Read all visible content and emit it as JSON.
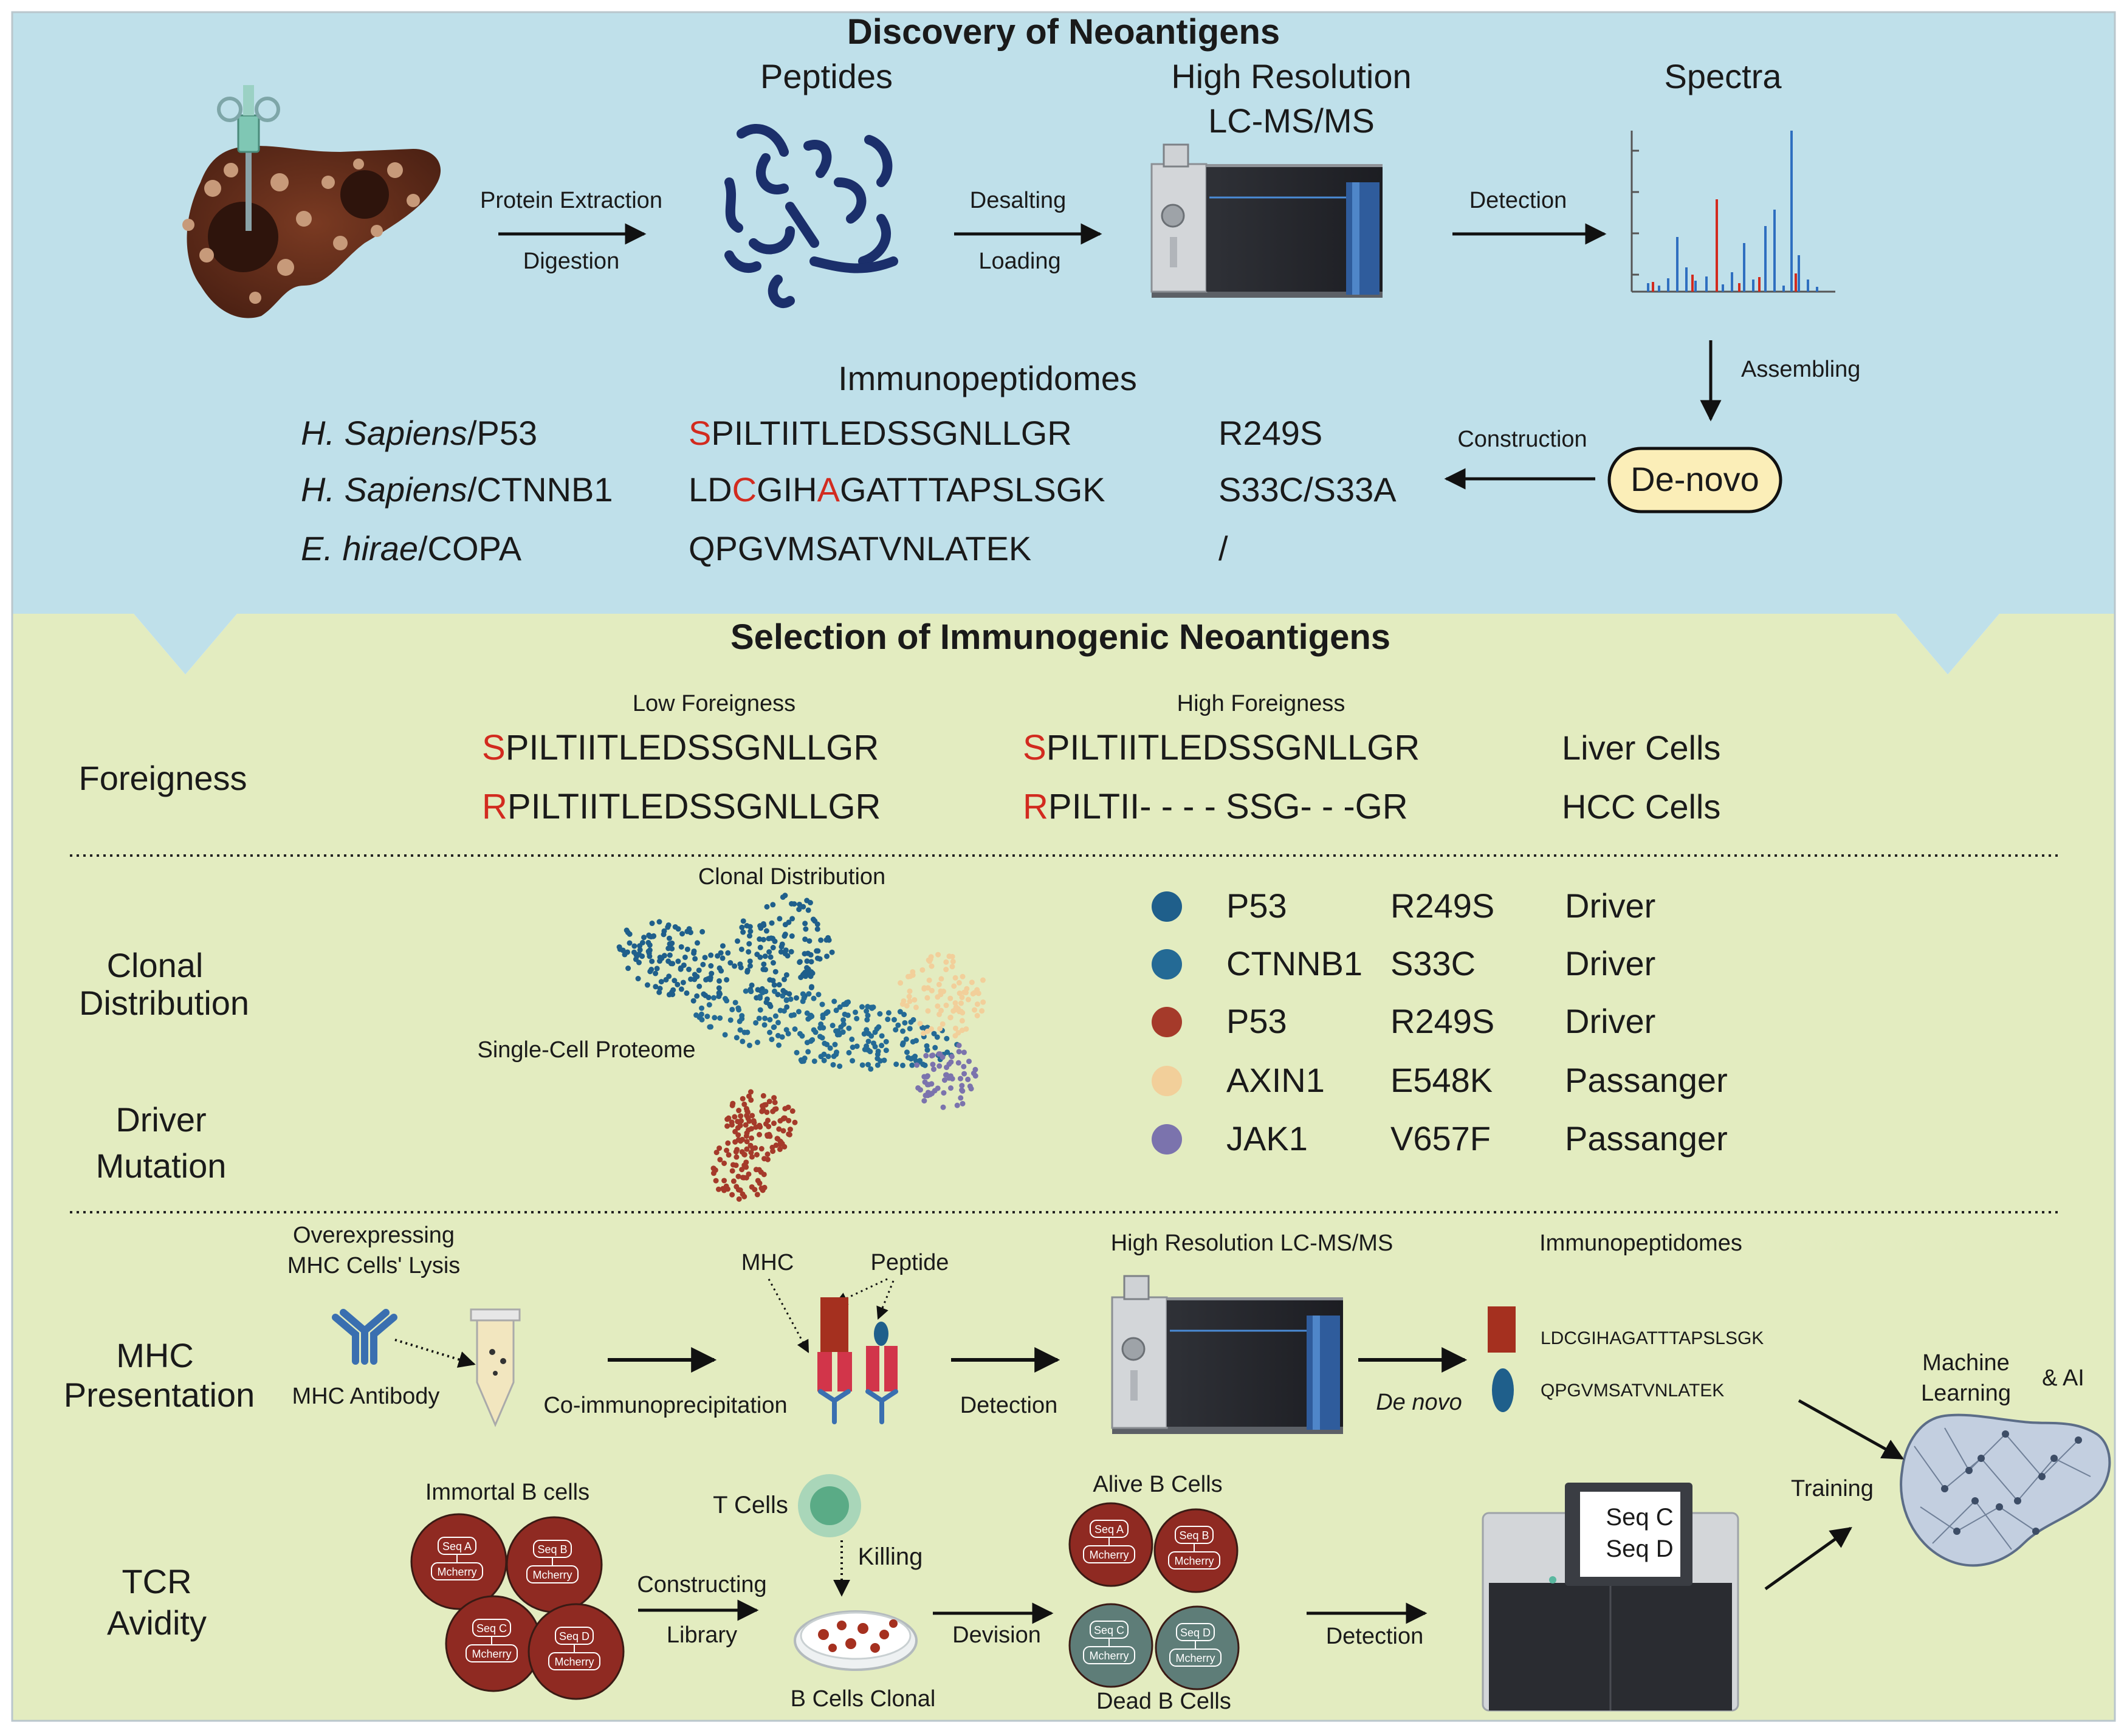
{
  "colors": {
    "top_bg": "#bfe0ea",
    "bottom_bg": "#e3ecc0",
    "mutation_red": "#d22b1f",
    "spectra_blue": "#2f6fc0",
    "cluster_blue1": "#1f5f8b",
    "cluster_blue2": "#246a95",
    "cluster_red": "#a53a2a",
    "cluster_peach": "#f2cf9a",
    "cluster_purple": "#7b73ad",
    "bcell_red": "#8f2a22",
    "bcell_dead": "#5e7d78",
    "denovo_fill": "#fbeeb8"
  },
  "discovery": {
    "title": "Discovery of Neoantigens",
    "label_peptides": "Peptides",
    "label_hr_line1": "High Resolution",
    "label_hr_line2": "LC-MS/MS",
    "label_spectra": "Spectra",
    "arrow1_top": "Protein Extraction",
    "arrow1_bottom": "Digestion",
    "arrow2_top": "Desalting",
    "arrow2_bottom": "Loading",
    "arrow3_top": "Detection",
    "assembling": "Assembling",
    "construction": "Construction",
    "denovo": "De-novo",
    "immunopeptidomes": "Immunopeptidomes",
    "rows": [
      {
        "species": "H. Sapiens",
        "gene": "/P53",
        "seq_parts": [
          [
            "S",
            true
          ],
          [
            "PILTIITLEDSSGNLLGR",
            false
          ]
        ],
        "mutation": "R249S"
      },
      {
        "species": "H. Sapiens",
        "gene": "/CTNNB1",
        "seq_parts": [
          [
            "LD",
            false
          ],
          [
            "C",
            true
          ],
          [
            "GIH",
            false
          ],
          [
            "A",
            true
          ],
          [
            "GATTTAPSLSGK",
            false
          ]
        ],
        "mutation": "S33C/S33A"
      },
      {
        "species": "E. hirae",
        "gene": "/COPA",
        "seq_parts": [
          [
            "QPGVMSATVNLATEK",
            false
          ]
        ],
        "mutation": "/"
      }
    ]
  },
  "selection": {
    "title": "Selection of Immunogenic Neoantigens",
    "foreigness": {
      "label": "Foreigness",
      "low_title": "Low Foreigness",
      "high_title": "High Foreigness",
      "low_rows": [
        [
          [
            "S",
            true
          ],
          [
            "PILTIITLEDSSGNLLGR",
            false
          ]
        ],
        [
          [
            "R",
            true
          ],
          [
            "PILTIITLEDSSGNLLGR",
            false
          ]
        ]
      ],
      "high_rows": [
        [
          [
            "S",
            true
          ],
          [
            "PILTIITLEDSSGNLLGR",
            false
          ]
        ],
        [
          [
            "R",
            true
          ],
          [
            "PILTII- - - - SSG- - -GR",
            false
          ]
        ]
      ],
      "cells": [
        "Liver Cells",
        "HCC Cells"
      ]
    },
    "clonal": {
      "label_line1": "Clonal",
      "label_line2": "Distribution",
      "driver_line1": "Driver",
      "driver_line2": "Mutation",
      "plot_title": "Clonal Distribution",
      "plot_label": "Single-Cell Proteome",
      "legend": [
        {
          "gene": "P53",
          "mutation": "R249S",
          "type": "Driver",
          "color": "#1f5f8b"
        },
        {
          "gene": "CTNNB1",
          "mutation": "S33C",
          "type": "Driver",
          "color": "#246a95"
        },
        {
          "gene": "P53",
          "mutation": "R249S",
          "type": "Driver",
          "color": "#a53a2a"
        },
        {
          "gene": "AXIN1",
          "mutation": "E548K",
          "type": "Passanger",
          "color": "#f2cf9a"
        },
        {
          "gene": "JAK1",
          "mutation": "V657F",
          "type": "Passanger",
          "color": "#7b73ad"
        }
      ]
    },
    "mhc": {
      "label_line1": "MHC",
      "label_line2": "Presentation",
      "lysis_line1": "Overexpressing",
      "lysis_line2": "MHC Cells' Lysis",
      "antibody": "MHC Antibody",
      "coip": "Co-immunoprecipitation",
      "mhc": "MHC",
      "peptide": "Peptide",
      "detection": "Detection",
      "hr": "High Resolution LC-MS/MS",
      "denovo": "De novo",
      "immunopeptidomes": "Immunopeptidomes",
      "seq1": "LDCGIHAGATTTAPSLSGK",
      "seq2": "QPGVMSATVNLATEK",
      "ml_line1": "Machine",
      "ml_line2": "Learning",
      "ml_ai": "& AI",
      "training": "Training"
    },
    "tcr": {
      "label_line1": "TCR",
      "label_line2": "Avidity",
      "immortal": "Immortal B cells",
      "constructing": "Constructing",
      "library": "Library",
      "tcells": "T Cells",
      "killing": "Killing",
      "clonal": "B Cells Clonal",
      "devision": "Devision",
      "alive": "Alive B Cells",
      "dead": "Dead B Cells",
      "detection": "Detection",
      "seq_c": "Seq C",
      "seq_d": "Seq D",
      "cell_seq": [
        "Seq A",
        "Seq B",
        "Seq C",
        "Seq D"
      ],
      "cell_tag": "Mcherry"
    }
  }
}
